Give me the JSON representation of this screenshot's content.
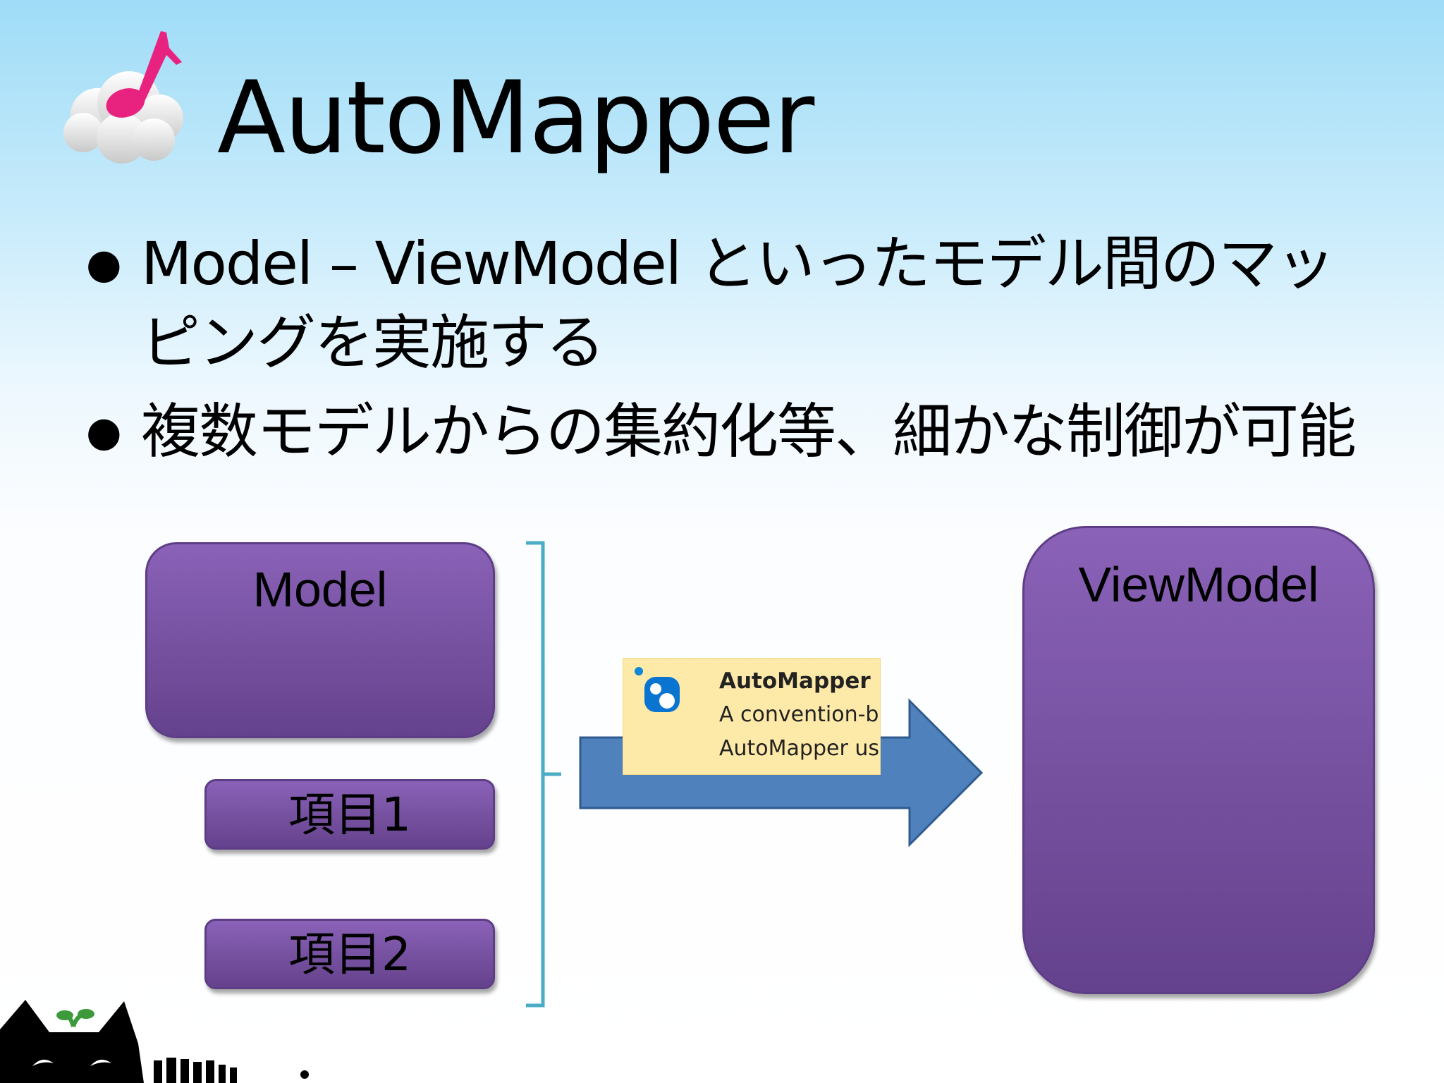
{
  "title": "AutoMapper",
  "bullets": [
    "Model – ViewModel といったモデル間のマッピングを実施する",
    "複数モデルからの集約化等、細かな制御が可能"
  ],
  "diagram": {
    "model_label": "Model",
    "item1_label": "項目1",
    "item2_label": "項目2",
    "viewmodel_label": "ViewModel"
  },
  "nuget_card": {
    "name": "AutoMapper",
    "description_line1": "A convention-b",
    "description_line2": "AutoMapper us"
  },
  "colors": {
    "box_purple": "#7a55a6",
    "arrow_blue": "#4f81bd",
    "bracket": "#4bacc6",
    "card_bg": "#fde9a8",
    "note_pink": "#e8237f"
  }
}
